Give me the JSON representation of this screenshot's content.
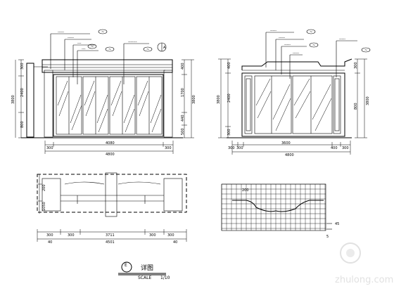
{
  "left_elevation": {
    "callouts": [
      "-----",
      "-----",
      "---",
      "---",
      "-------"
    ],
    "bubble_labels": [
      "~",
      "~",
      "~",
      "~"
    ],
    "section_mark": "A",
    "bottom_dims_top": [
      "300",
      "4080",
      "300"
    ],
    "bottom_dim_total": "4800",
    "left_dims": [
      "300",
      "2400",
      "800"
    ],
    "left_total": "3800",
    "right_dims": [
      "400",
      "1700",
      "440",
      "500"
    ],
    "right_total": "3800"
  },
  "right_elevation": {
    "callouts": [
      "-----",
      "-----",
      "-----",
      "-----",
      "-----"
    ],
    "bubble_labels": [
      "~",
      "~",
      "~"
    ],
    "bottom_dims_top": [
      "300",
      "300",
      "3600",
      "400",
      "300"
    ],
    "bottom_dim_total": "4800",
    "left_dims": [
      "400",
      "2400",
      "300"
    ],
    "left_total": "3800",
    "right_dims": [
      "300",
      "800"
    ],
    "right_total": "3800"
  },
  "plan": {
    "left_dims": [
      "200",
      "1050"
    ],
    "bottom_dims": [
      "300",
      "300",
      "3711",
      "300",
      "300"
    ],
    "bottom_dim_total": "4501",
    "side_marks": [
      "40",
      "40"
    ]
  },
  "detail": {
    "label": "200",
    "marks": [
      "45",
      "5"
    ]
  },
  "caption": {
    "symbol": "E",
    "title": "详图",
    "scale_label": "SCALE",
    "scale_value": "1/10"
  },
  "watermark": "zhulong.com"
}
